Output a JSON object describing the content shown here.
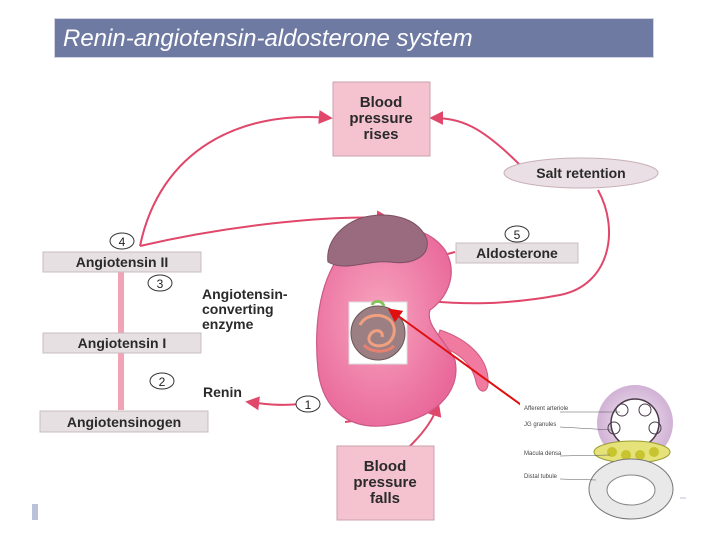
{
  "title": "Renin-angiotensin-aldosterone system",
  "boxes": {
    "bp_rises": [
      "Blood",
      "pressure",
      "rises"
    ],
    "bp_falls": [
      "Blood",
      "pressure",
      "falls"
    ],
    "salt_retention": "Salt retention",
    "aldosterone": "Aldosterone",
    "angiotensin_ii": "Angiotensin II",
    "angiotensin_i": "Angiotensin I",
    "angiotensinogen": "Angiotensinogen",
    "ace": [
      "Angiotensin-",
      "converting",
      "enzyme"
    ],
    "renin": "Renin"
  },
  "steps": [
    "1",
    "2",
    "3",
    "4",
    "5"
  ],
  "inset_labels": [
    "Afferent arteriole",
    "JG granules",
    "Macula densa",
    "Distal tubule"
  ],
  "colors": {
    "arrow": "#e0476a",
    "box_fill": "#f5c3d0",
    "kidney": "#f07aa0",
    "adrenal": "#9a6b7e",
    "title_bg": "#6f7aa3",
    "pointer": "#e01010"
  }
}
